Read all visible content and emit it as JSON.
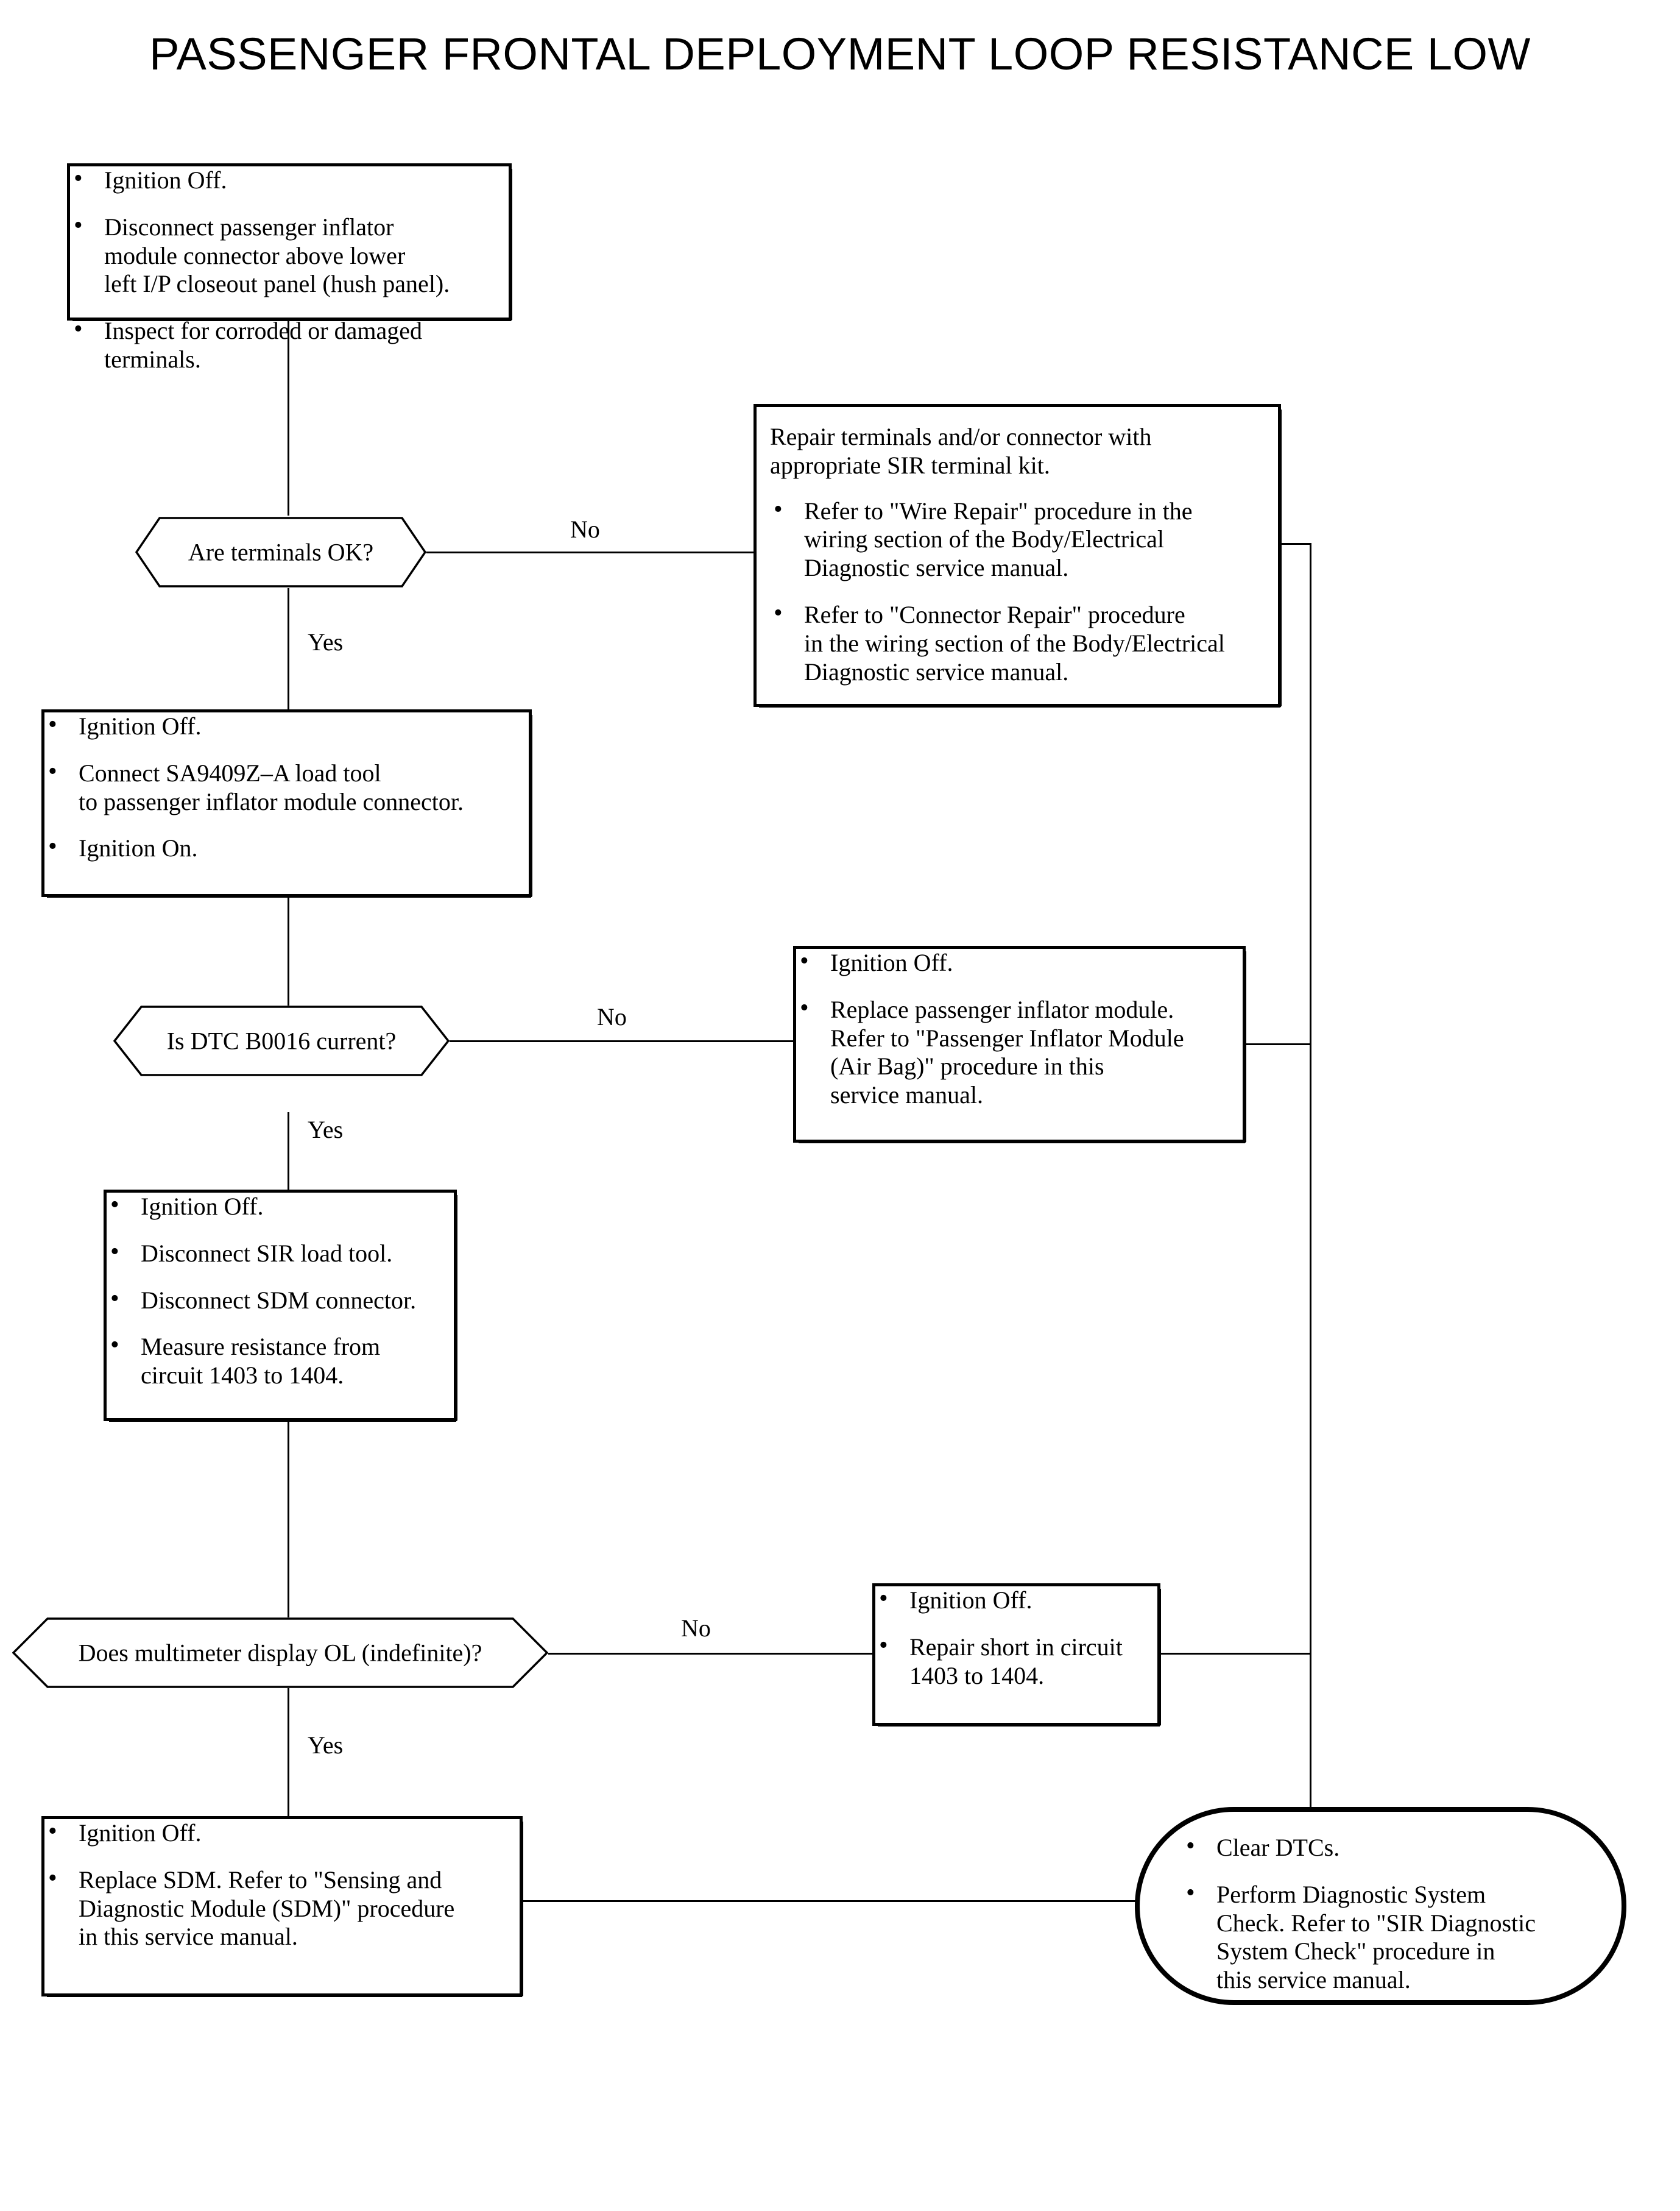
{
  "title": "PASSENGER FRONTAL DEPLOYMENT LOOP RESISTANCE LOW",
  "colors": {
    "background": "#ffffff",
    "stroke": "#000000",
    "text": "#000000"
  },
  "edge_labels": {
    "no_1": "No",
    "yes_1": "Yes",
    "no_2": "No",
    "yes_2": "Yes",
    "no_3": "No",
    "yes_3": "Yes"
  },
  "nodes": {
    "step1": {
      "type": "process",
      "bullets": [
        "Ignition Off.",
        "Disconnect passenger inflator\nmodule connector above lower\nleft I/P closeout panel (hush panel).",
        "Inspect for corroded or damaged\nterminals."
      ]
    },
    "decision1": {
      "type": "decision",
      "text": "Are terminals OK?"
    },
    "repair_terminals": {
      "type": "process",
      "lead": "Repair terminals and/or connector with\nappropriate SIR terminal kit.",
      "bullets": [
        "Refer to \"Wire Repair\" procedure in the\nwiring section of the Body/Electrical\nDiagnostic service manual.",
        "Refer to \"Connector Repair\" procedure\nin the wiring section of the Body/Electrical\nDiagnostic service manual."
      ]
    },
    "step2": {
      "type": "process",
      "bullets": [
        "Ignition Off.",
        "Connect SA9409Z–A load tool\nto passenger inflator module connector.",
        "Ignition On."
      ]
    },
    "decision2": {
      "type": "decision",
      "text": "Is DTC B0016 current?"
    },
    "replace_inflator": {
      "type": "process",
      "bullets": [
        "Ignition Off.",
        "Replace passenger inflator module.\nRefer to \"Passenger Inflator Module\n(Air Bag)\" procedure in this\nservice manual."
      ]
    },
    "step3": {
      "type": "process",
      "bullets": [
        "Ignition Off.",
        "Disconnect SIR load tool.",
        "Disconnect SDM connector.",
        "Measure resistance from\ncircuit 1403 to 1404."
      ]
    },
    "decision3": {
      "type": "decision",
      "text": "Does multimeter display OL (indefinite)?"
    },
    "repair_short": {
      "type": "process",
      "bullets": [
        "Ignition Off.",
        "Repair short in circuit\n1403 to 1404."
      ]
    },
    "replace_sdm": {
      "type": "process",
      "bullets": [
        "Ignition Off.",
        "Replace SDM.  Refer to \"Sensing and\nDiagnostic Module (SDM)\" procedure\nin this service manual."
      ]
    },
    "terminator": {
      "type": "terminator",
      "bullets": [
        "Clear DTCs.",
        "Perform Diagnostic System\nCheck.  Refer to \"SIR Diagnostic\nSystem Check\" procedure in\nthis service manual."
      ]
    }
  }
}
